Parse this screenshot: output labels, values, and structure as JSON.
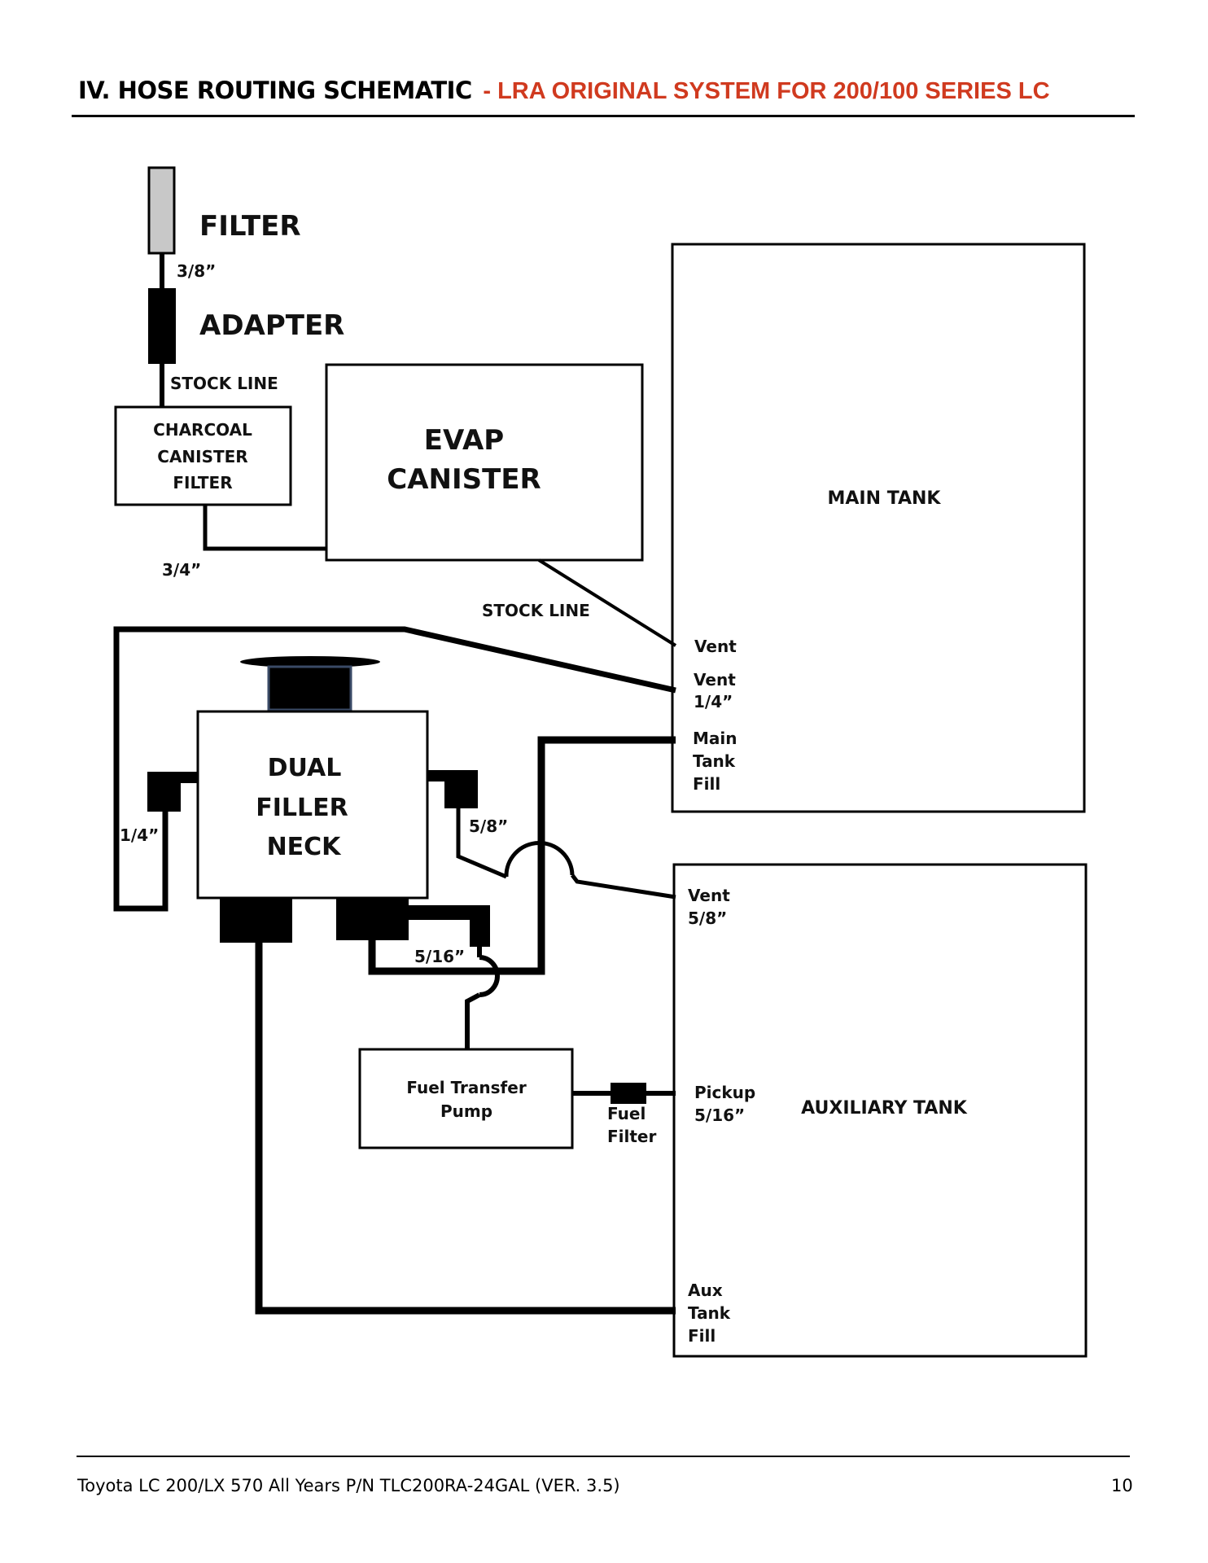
{
  "header": {
    "title": "IV.  HOSE ROUTING SCHEMATIC",
    "subtitle": "- LRA ORIGINAL SYSTEM FOR 200/100 SERIES LC"
  },
  "diagram": {
    "filter": "FILTER",
    "size_3_8": "3/8”",
    "adapter": "ADAPTER",
    "stock_line_1": "STOCK LINE",
    "charcoal": [
      "CHARCOAL",
      "CANISTER",
      "FILTER"
    ],
    "evap": [
      "EVAP",
      "CANISTER"
    ],
    "size_3_4": "3/4”",
    "stock_line_2": "STOCK LINE",
    "main_tank": "MAIN TANK",
    "vent_1": "Vent",
    "vent_2": [
      "Vent",
      "1/4”"
    ],
    "main_fill": [
      "Main",
      "Tank",
      "Fill"
    ],
    "dual_neck": [
      "DUAL",
      "FILLER",
      "NECK"
    ],
    "size_1_4": "1/4”",
    "size_5_8": "5/8”",
    "aux_vent": [
      "Vent",
      "5/8”"
    ],
    "size_5_16": "5/16”",
    "pump": [
      "Fuel Transfer",
      "Pump"
    ],
    "fuel_filter": [
      "Fuel",
      "Filter"
    ],
    "pickup": [
      "Pickup",
      "5/16”"
    ],
    "aux_tank": "AUXILIARY TANK",
    "aux_fill": [
      "Aux",
      "Tank",
      "Fill"
    ]
  },
  "footer": {
    "left": "Toyota LC 200/LX 570 All Years  P/N TLC200RA-24GAL (VER. 3.5)",
    "page": "10"
  }
}
